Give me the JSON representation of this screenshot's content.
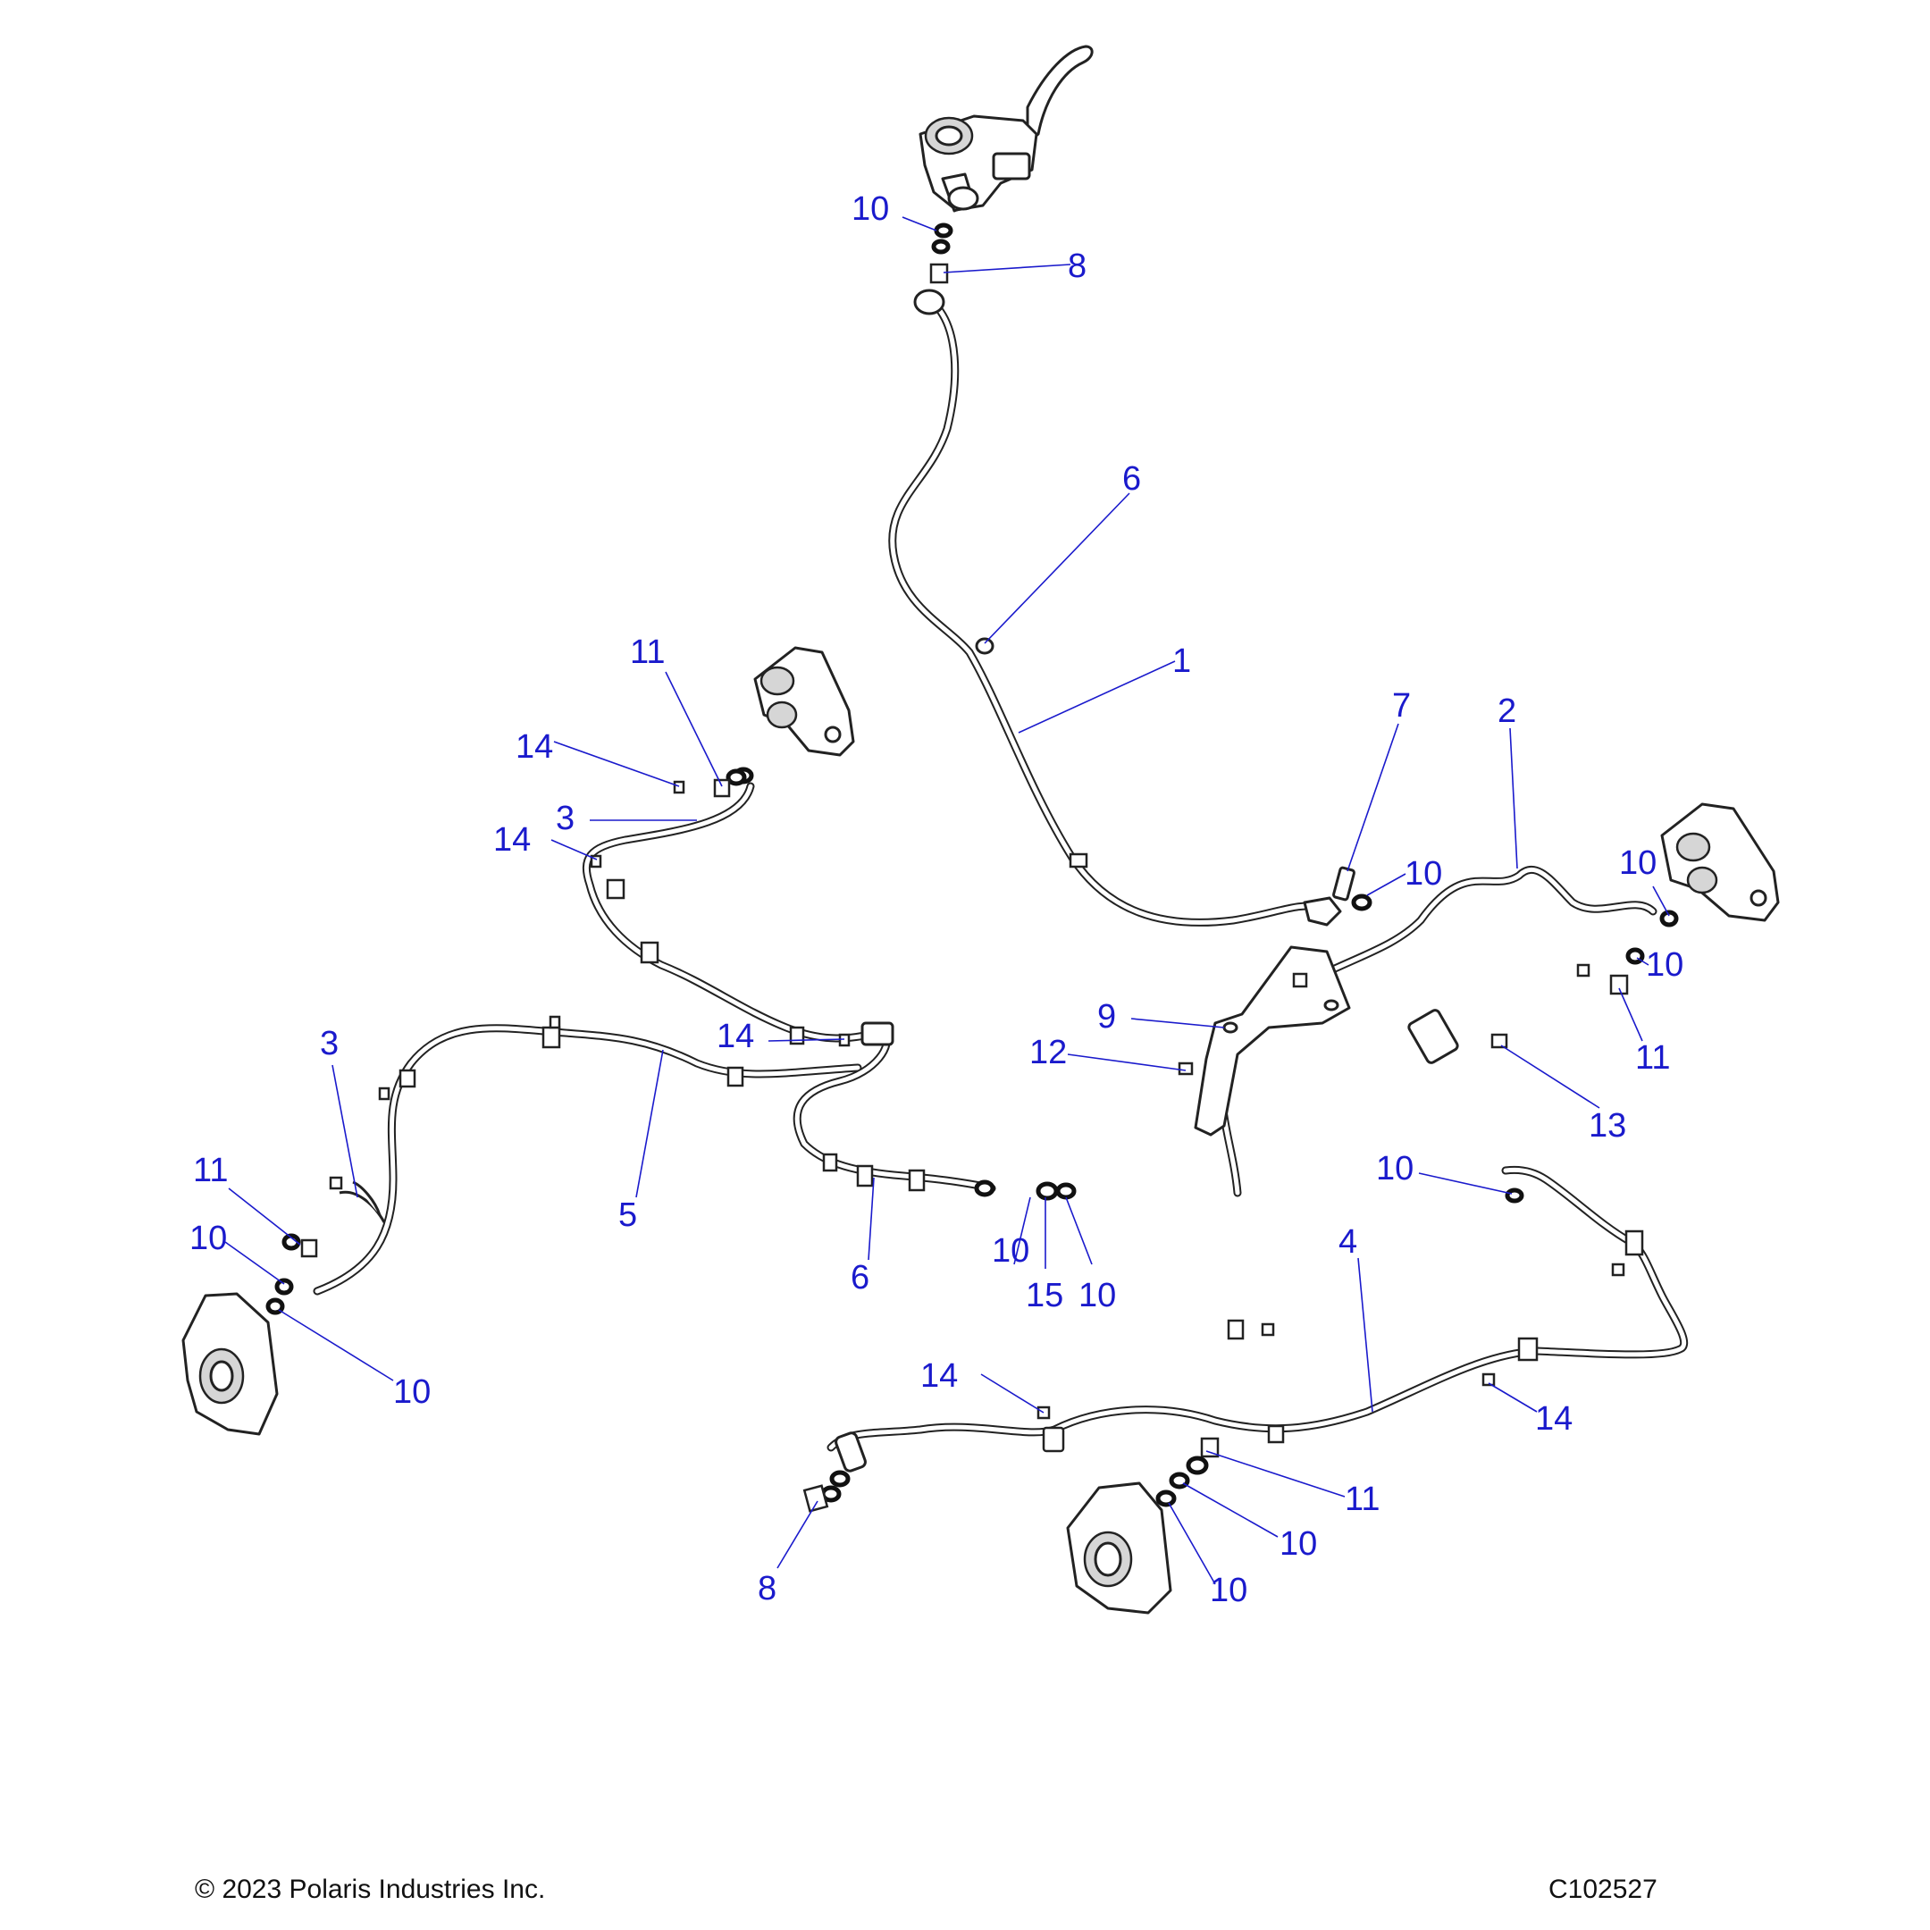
{
  "callouts": {
    "c10_top": "10",
    "c8_top": "8",
    "c6_upper": "6",
    "c1": "1",
    "c7": "7",
    "c10_mid": "10",
    "c2": "2",
    "c10_rf_a": "10",
    "c10_rf_b": "10",
    "c11_rf": "11",
    "c13": "13",
    "c9": "9",
    "c12": "12",
    "c11_lf": "11",
    "c14_a": "14",
    "c3_upper": "3",
    "c14_b": "14",
    "c14_c": "14",
    "c3_left": "3",
    "c11_left": "11",
    "c10_left_a": "10",
    "c10_left_b": "10",
    "c5": "5",
    "c6_lower": "6",
    "c10_tee_a": "10",
    "c15": "15",
    "c10_tee_b": "10",
    "c10_rr": "10",
    "c4": "4",
    "c14_d": "14",
    "c14_e": "14",
    "c8_bottom": "8",
    "c11_bottom": "11",
    "c10_bottom_a": "10",
    "c10_bottom_b": "10"
  },
  "footer": {
    "copyright": "© 2023 Polaris Industries Inc.",
    "drawing_number": "C102527"
  }
}
